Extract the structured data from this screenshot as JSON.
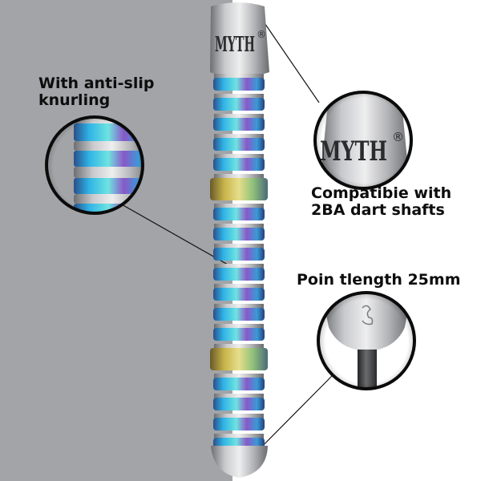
{
  "labels": {
    "knurling_line1": "With anti-slip",
    "knurling_line2": "knurling",
    "shaft_line1": "Compatibie with",
    "shaft_line2": "2BA dart shafts",
    "point_length": "Poin tlength 25mm"
  },
  "brand_mark": "MYTH",
  "registered_mark": "®",
  "colors": {
    "left_background": "#a3a4a8",
    "right_background": "#ffffff",
    "steel": "#b9babd",
    "rainbow_blue": "#2fb3e6",
    "rainbow_purple": "#8a58c8",
    "rainbow_gold": "#c8b54a",
    "point_shaft": "#3b3d3d"
  }
}
